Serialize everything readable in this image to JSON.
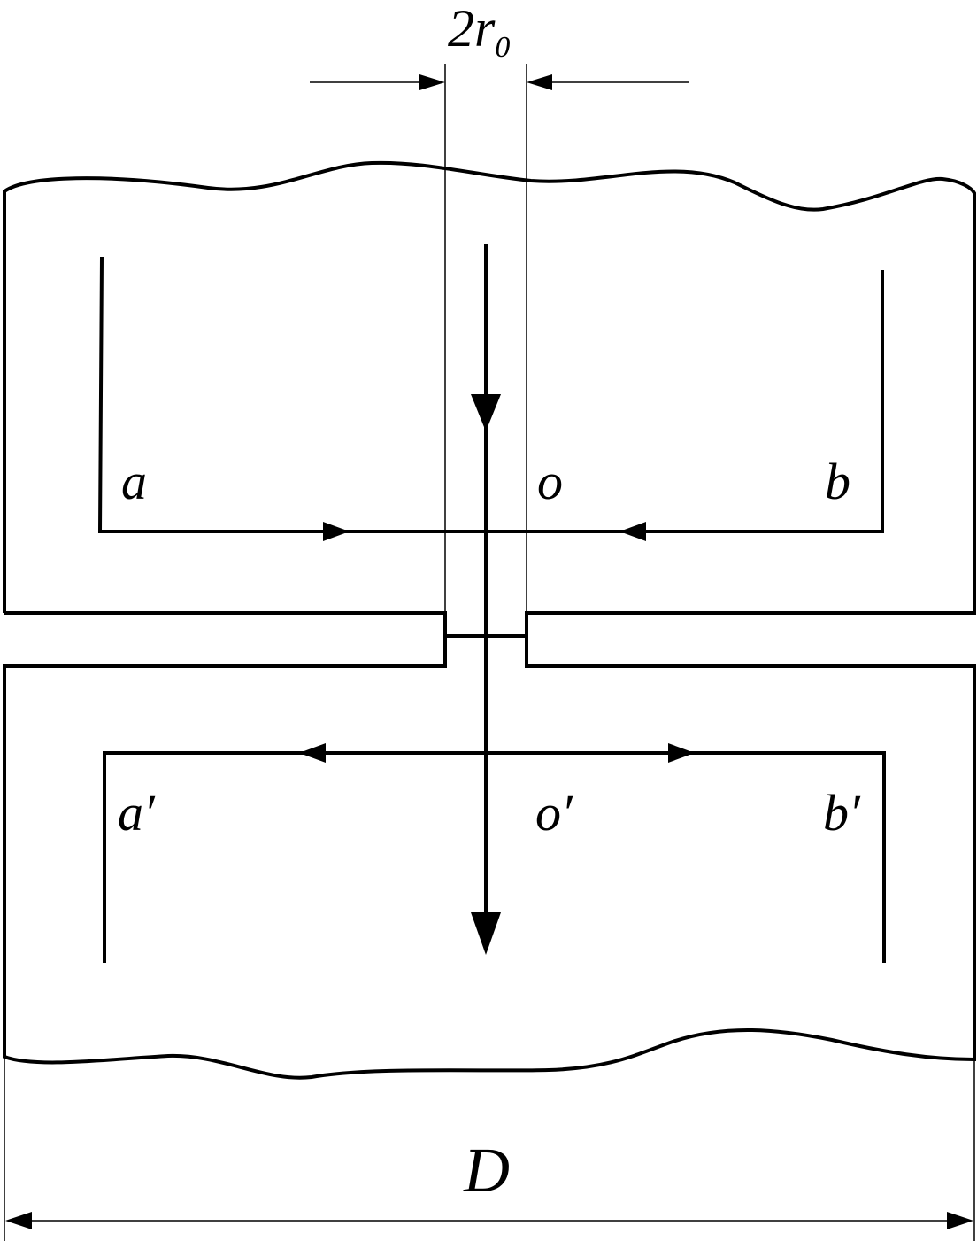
{
  "labels": {
    "a": "a",
    "o": "o",
    "b": "b",
    "a_prime": "a′",
    "o_prime": "o′",
    "b_prime": "b′",
    "diameter": "D",
    "gap_number": "2",
    "gap_symbol": "r",
    "gap_subscript": "0"
  },
  "colors": {
    "stroke": "#000000",
    "background": "#ffffff"
  }
}
